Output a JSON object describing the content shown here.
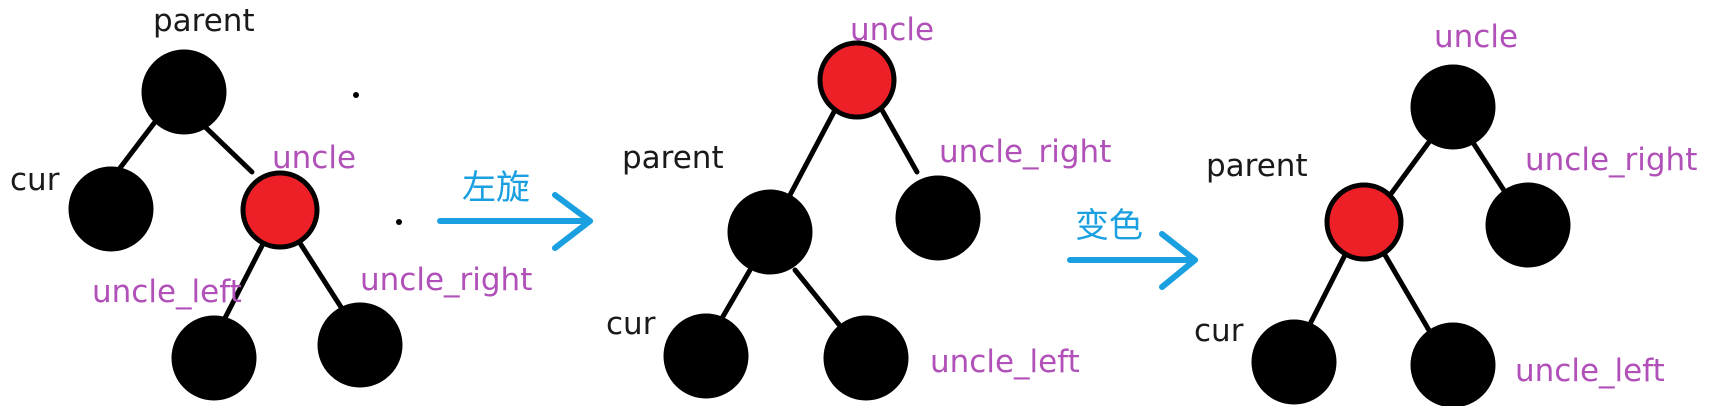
{
  "colors": {
    "node_black": "#000000",
    "node_red": "#ee2027",
    "label_black": "#1a1a1a",
    "label_purple": "#b050b8",
    "arrow_blue": "#1aa0e0"
  },
  "stage1": {
    "parent": "parent",
    "cur": "cur",
    "uncle": "uncle",
    "uncle_left": "uncle_left",
    "uncle_right": "uncle_right"
  },
  "arrow1": {
    "label": "左旋"
  },
  "stage2": {
    "uncle": "uncle",
    "parent": "parent",
    "uncle_right": "uncle_right",
    "cur": "cur",
    "uncle_left": "uncle_left"
  },
  "arrow2": {
    "label": "变色"
  },
  "stage3": {
    "uncle": "uncle",
    "parent": "parent",
    "uncle_right": "uncle_right",
    "cur": "cur",
    "uncle_left": "uncle_left"
  }
}
